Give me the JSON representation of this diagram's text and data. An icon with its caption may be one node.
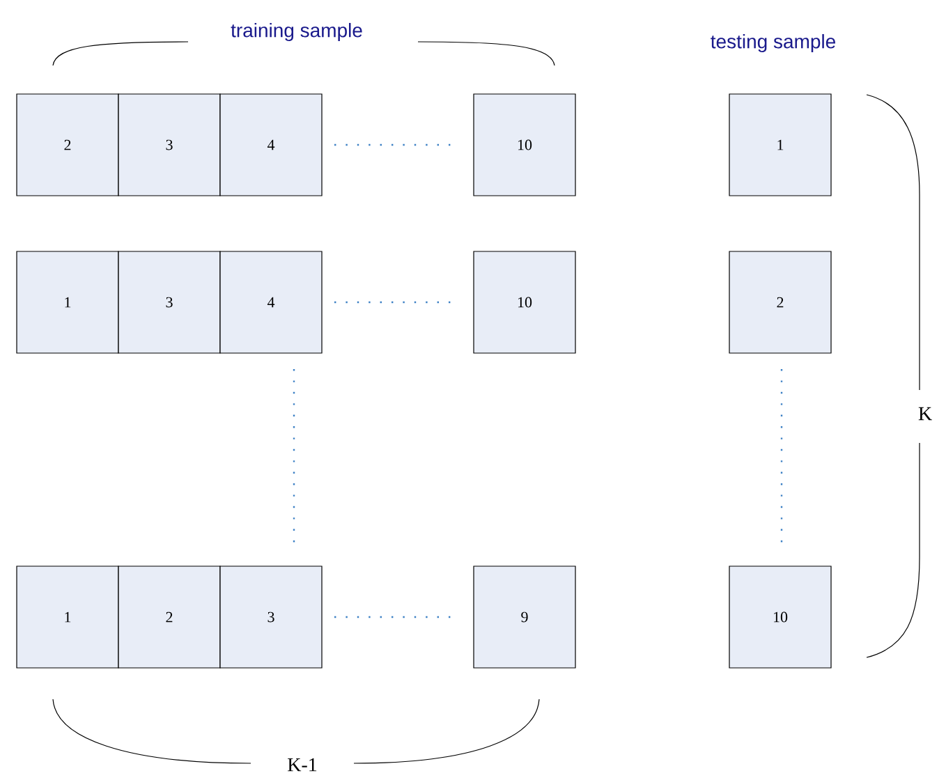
{
  "diagram": {
    "nodes": [
      {
        "text": [
          "2"
        ]
      },
      {
        "text": [
          "3"
        ]
      },
      {
        "text": [
          "4"
        ]
      },
      {
        "text": [
          "10"
        ]
      },
      {
        "text": [
          "1"
        ]
      },
      {
        "text": [
          "1"
        ]
      },
      {
        "text": [
          "3"
        ]
      },
      {
        "text": [
          "4"
        ]
      },
      {
        "text": [
          "10"
        ]
      },
      {
        "text": [
          "2"
        ]
      },
      {
        "text": [
          "1"
        ]
      },
      {
        "text": [
          "2"
        ]
      },
      {
        "text": [
          "3"
        ]
      },
      {
        "text": [
          "9"
        ]
      },
      {
        "text": [
          "10"
        ]
      }
    ],
    "labels": [
      "training sample",
      "testing sample",
      "K",
      "K-1"
    ]
  }
}
